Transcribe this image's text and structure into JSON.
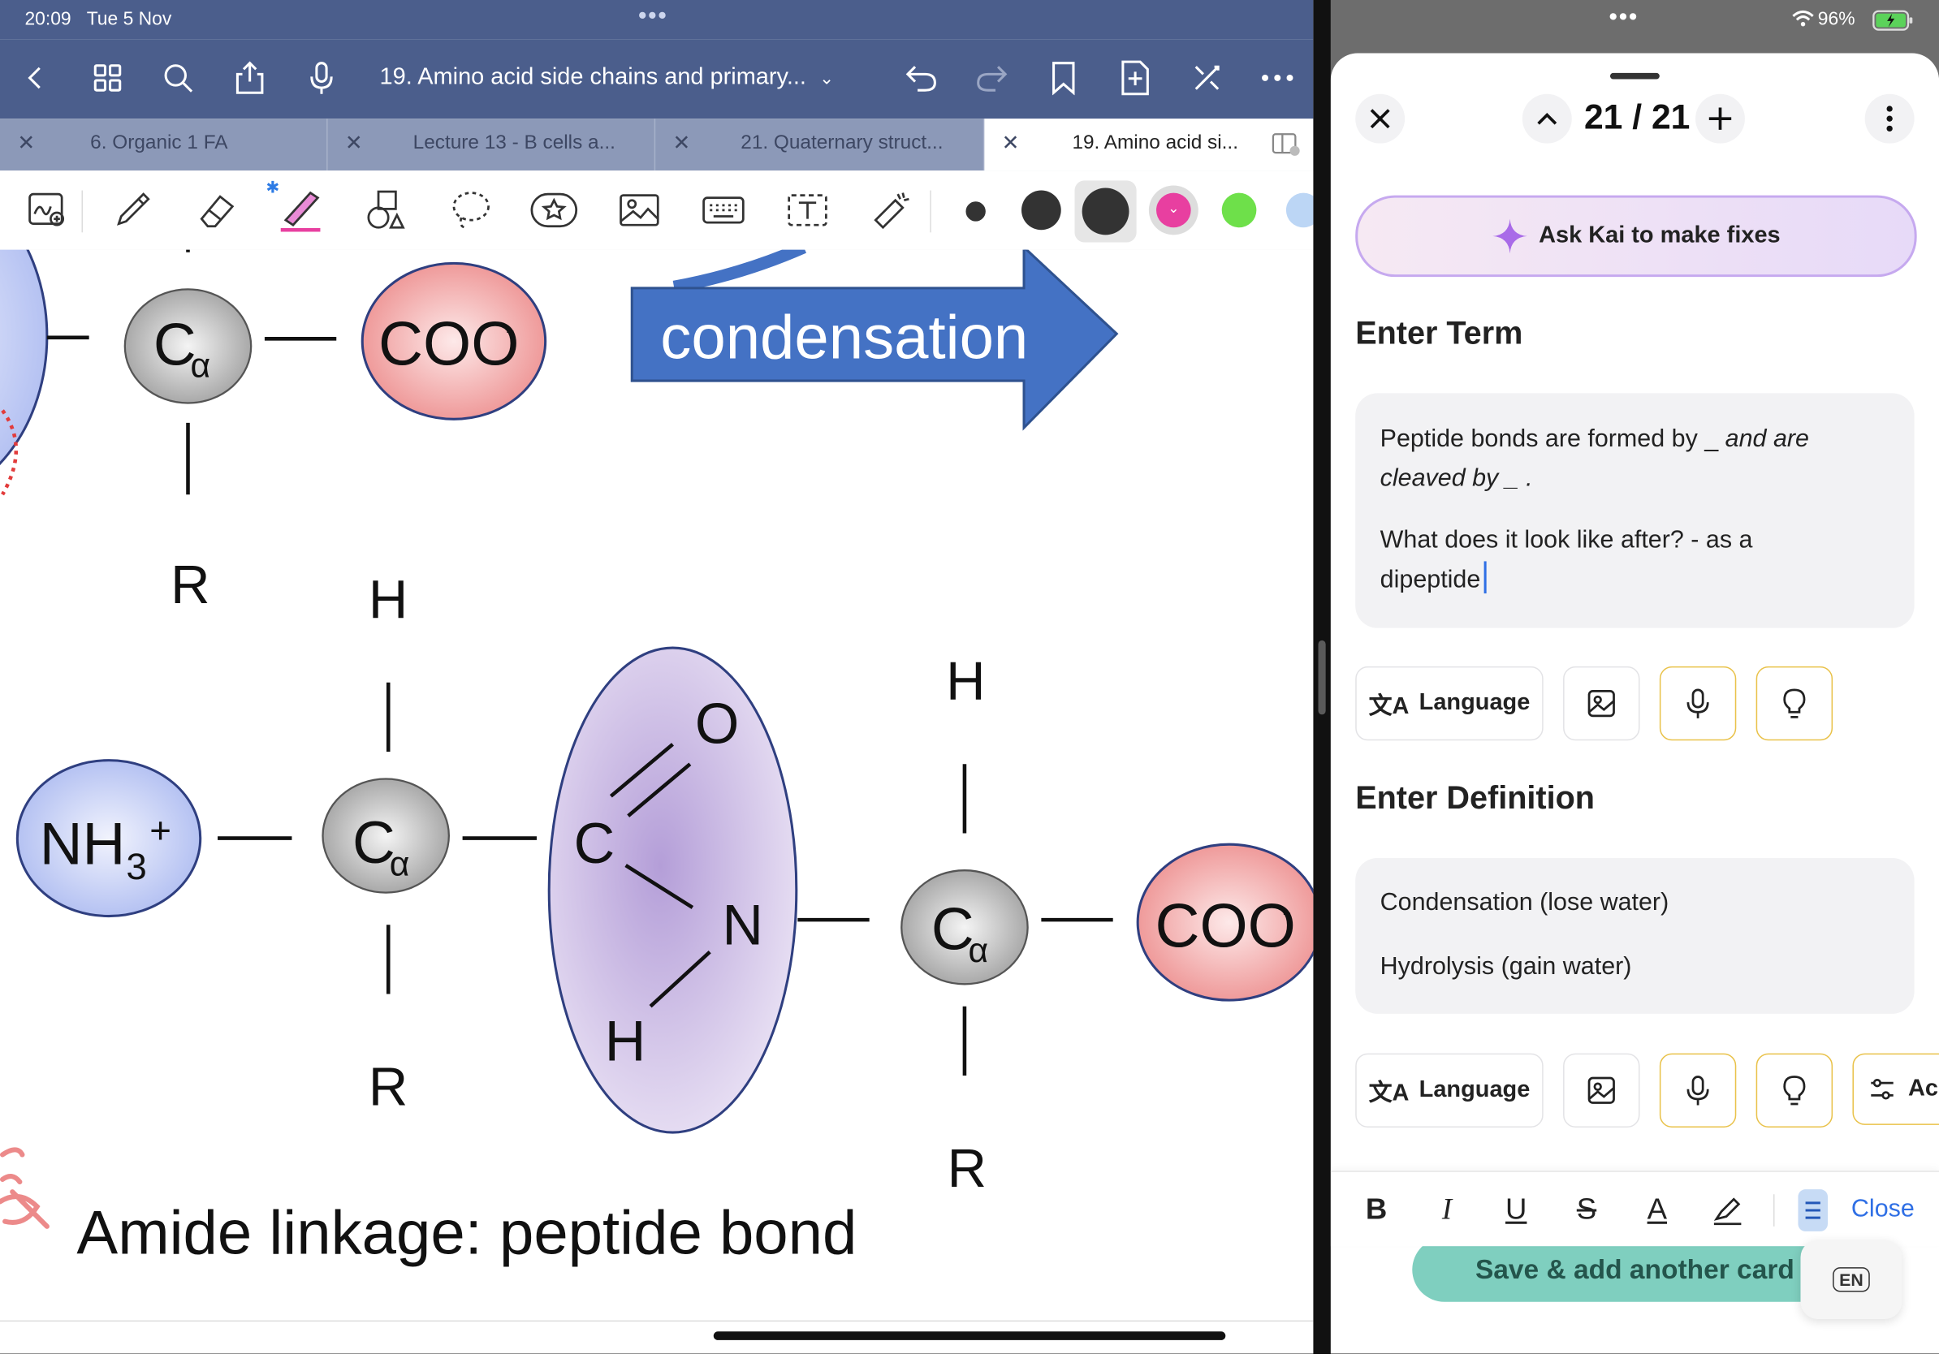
{
  "status": {
    "time": "20:09",
    "date": "Tue 5 Nov",
    "battery": "96%"
  },
  "document": {
    "title": "19. Amino acid side chains and  primary..."
  },
  "tabs": [
    {
      "label": "6. Organic 1 FA"
    },
    {
      "label": "Lecture 13 - B cells a..."
    },
    {
      "label": "21. Quaternary struct..."
    },
    {
      "label": "19. Amino acid si..."
    }
  ],
  "colors": {
    "nav": "#4b5e8c",
    "pink": "#e83fa0",
    "green": "#6ee04a",
    "lightblue": "#bcd6f5",
    "slide_blue": "#4472c4"
  },
  "canvas": {
    "top_molecule": {
      "ca_main": "C",
      "ca_sub": "α",
      "coo": "COO",
      "coo_sup": "-",
      "r": "R"
    },
    "arrow_label": "condensation",
    "dipeptide": {
      "nh3": "NH",
      "nh3_sub": "3",
      "nh3_sup": "+",
      "h1": "H",
      "ca1_main": "C",
      "ca1_sub": "α",
      "r1": "R",
      "o": "O",
      "c": "C",
      "n": "N",
      "h_amide": "H",
      "h2": "H",
      "ca2_main": "C",
      "ca2_sub": "α",
      "r2": "R",
      "coo": "COO",
      "coo_sup": "-"
    },
    "caption": "Amide linkage: peptide bond"
  },
  "flashcard": {
    "counter": "21 / 21",
    "ask_kai": "Ask Kai to make fixes",
    "term_heading": "Enter Term",
    "term_line1": "Peptide bonds are formed by _ ",
    "term_line1_italic": "and are",
    "term_line2_italic": "cleaved by _ .",
    "term_line3": "What does it look like after? - as a",
    "term_line4": "dipeptide",
    "definition_heading": "Enter Definition",
    "def_line1": "Condensation (lose water)",
    "def_line2": "Hydrolysis (gain water)",
    "language_label": "Language",
    "ac_label": "Ac",
    "close_label": "Close",
    "save_label": "Save & add another card",
    "en_label": "EN"
  }
}
